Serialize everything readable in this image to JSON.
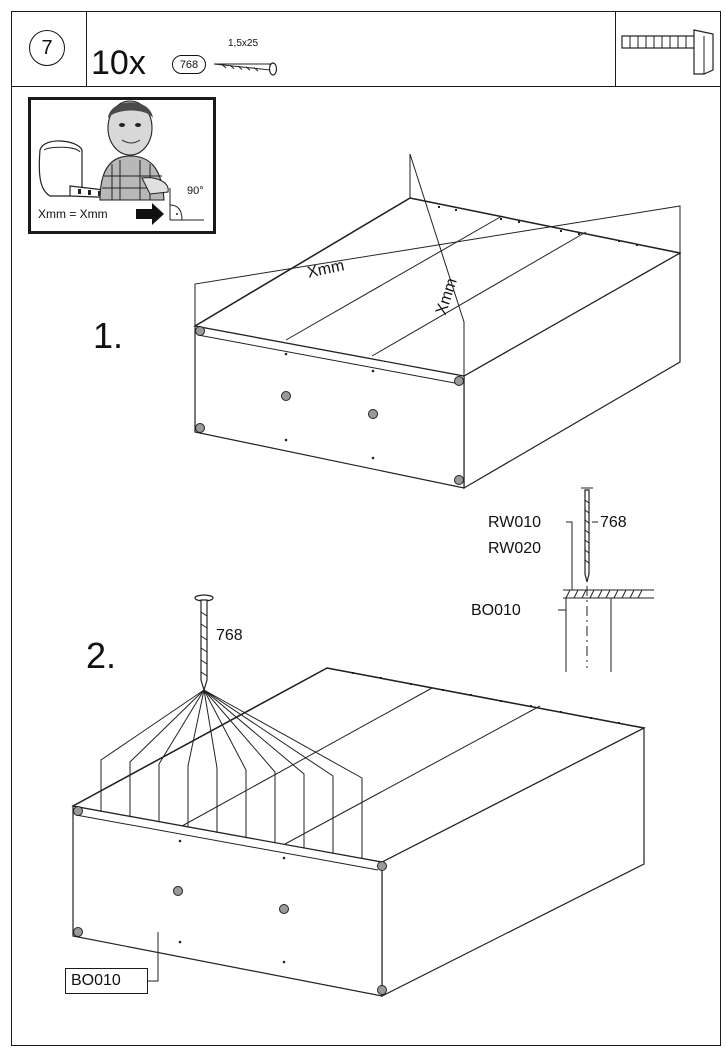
{
  "header": {
    "step_number": "7",
    "quantity": "10x",
    "part_code": "768",
    "nail_size": "1,5x25",
    "tool_icon": "hammer-icon"
  },
  "hint_box": {
    "equation": "Xmm = Xmm",
    "angle": "90°",
    "mascot_icon": "worker-mascot-icon"
  },
  "step1": {
    "label": "1.",
    "diagonal_a": "Xmm",
    "diagonal_b": "Xmm"
  },
  "detail": {
    "part_rw010": "RW010",
    "part_rw020": "RW020",
    "part_bo010": "BO010",
    "nail_code": "768"
  },
  "step2": {
    "label": "2.",
    "nail_code": "768",
    "panel_label": "BO010",
    "nail_count": 10
  }
}
